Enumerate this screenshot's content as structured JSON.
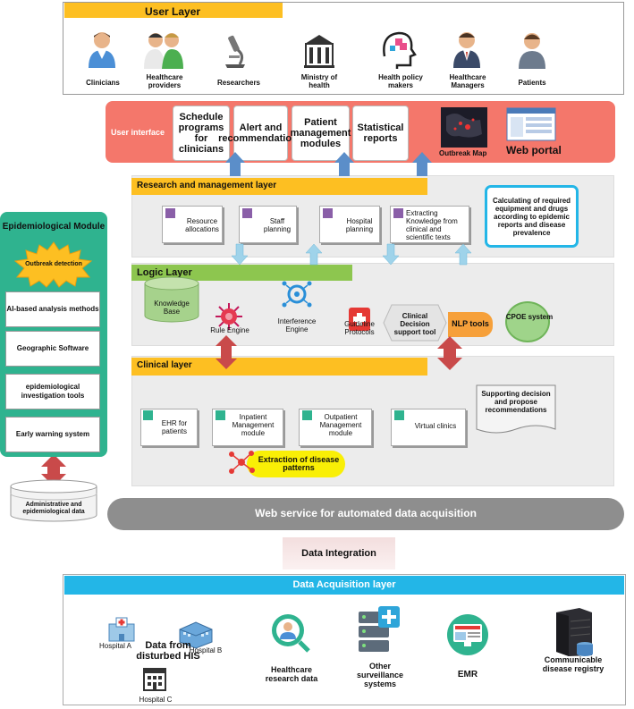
{
  "user_layer": {
    "title": "User Layer",
    "users": [
      "Clinicians",
      "Healthcare providers",
      "Researchers",
      "Ministry of health",
      "Health policy makers",
      "Healthcare Managers",
      "Patients"
    ]
  },
  "user_interface": {
    "title": "User interface",
    "cards": [
      "Schedule programs for clinicians",
      "Alert and recommendations",
      "Patient management modules",
      "Statistical reports"
    ],
    "outbreak_map": "Outbreak Map",
    "web_portal": "Web portal"
  },
  "research_layer": {
    "title": "Research and management layer",
    "items": [
      "Resource allocations",
      "Staff planning",
      "Hospital planning",
      "Extracting Knowledge from clinical and scientific texts"
    ],
    "note": "Calculating of required equipment and drugs according to epidemic reports and disease prevalence"
  },
  "logic_layer": {
    "title": "Logic Layer",
    "items": [
      "Knowledge Base",
      "Rule Engine",
      "Interference Engine",
      "Guideline Protocols",
      "Clinical Decision support tool",
      "NLP tools",
      "CPOE system"
    ]
  },
  "clinical_layer": {
    "title": "Clinical layer",
    "items": [
      "EHR for patients",
      "Inpatient Management module",
      "Outpatient Management module",
      "Virtual clinics"
    ],
    "note": "Supporting decision and propose recommendations",
    "extraction": "Extraction of disease patterns"
  },
  "epi_module": {
    "title": "Epidemiological Module",
    "outbreak": "Outbreak detection",
    "items": [
      "AI-based analysis methods",
      "Geographic Software",
      "epidemiological investigation tools",
      "Early warning system"
    ],
    "db": "Administrative and epidemiological data"
  },
  "web_service": "Web service for automated data acquisition",
  "data_integration": "Data Integration",
  "acquisition": {
    "title": "Data Acquisition layer",
    "hospitals": [
      "Hospital A",
      "Hospital B",
      "Hospital C"
    ],
    "his": "Data from disturbed HIS",
    "sources": [
      "Healthcare research data",
      "Other surveillance systems",
      "EMR",
      "Communicable disease registry"
    ]
  },
  "colors": {
    "salmon": "#f4776b",
    "yellow": "#fdbf22",
    "green": "#8dc64f",
    "teal": "#2fb38f",
    "cyan": "#23b6e7",
    "purple": "#8a5fa8"
  }
}
